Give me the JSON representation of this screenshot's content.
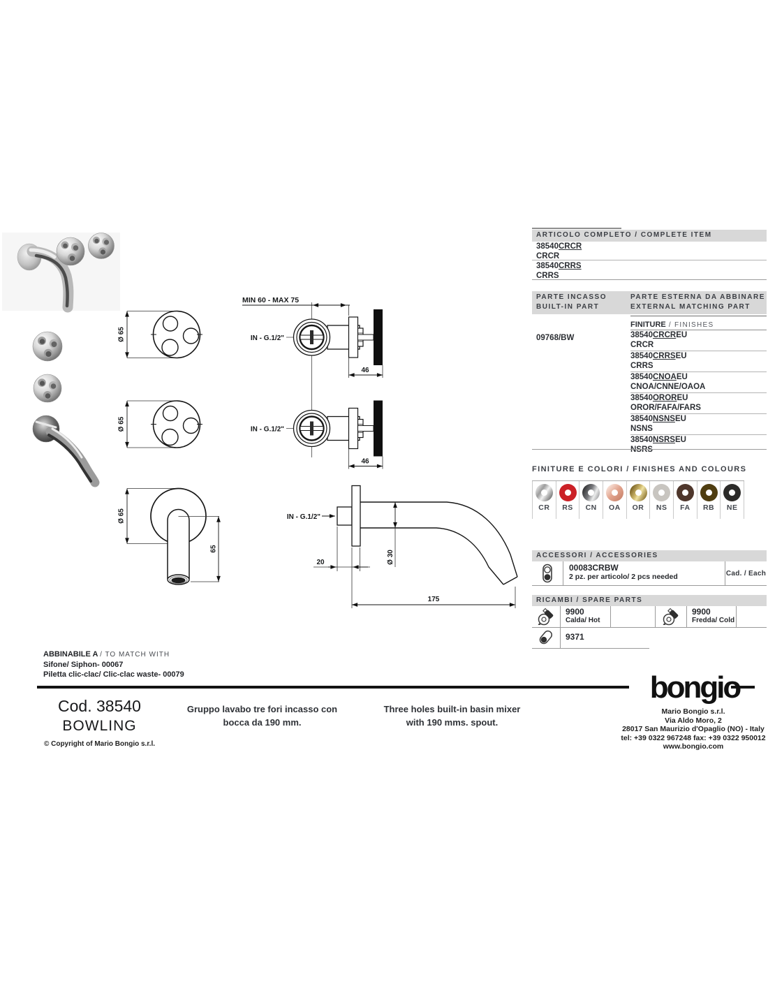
{
  "dims": {
    "min_max": "MIN 60 - MAX 75",
    "in_g12": "IN - G.1/2\"",
    "d46": "46",
    "dia65": "Ø 65",
    "d65": "65",
    "d20": "20",
    "dia30": "Ø 30",
    "d175": "175"
  },
  "complete_item": {
    "title": "ARTICOLO COMPLETO / COMPLETE ITEM",
    "rows": [
      {
        "prefix": "38540",
        "sub": "CRCR",
        "suffix": "",
        "finish": "CRCR"
      },
      {
        "prefix": "38540",
        "sub": "CRRS",
        "suffix": "",
        "finish": "CRRS"
      }
    ]
  },
  "built_in": {
    "left_title_it": "PARTE INCASSO",
    "left_title_en": "BUILT-IN PART",
    "right_title_it": "PARTE ESTERNA DA ABBINARE",
    "right_title_en": "EXTERNAL MATCHING PART",
    "left_code": "09768/BW",
    "finiture_label": "FINITURE",
    "finishes_label": " / FINISHES",
    "rows": [
      {
        "prefix": "38540",
        "sub": "CRCR",
        "suffix": "EU",
        "finish": "CRCR"
      },
      {
        "prefix": "38540",
        "sub": "CRRS",
        "suffix": "EU",
        "finish": "CRRS"
      },
      {
        "prefix": "38540",
        "sub": "CNOA",
        "suffix": "EU",
        "finish": "CNOA/CNNE/OAOA"
      },
      {
        "prefix": "38540",
        "sub": "OROR",
        "suffix": "EU",
        "finish": "OROR/FAFA/FARS"
      },
      {
        "prefix": "38540",
        "sub": "NSNS",
        "suffix": "EU",
        "finish": "NSNS"
      },
      {
        "prefix": "38540",
        "sub": "NSRS",
        "suffix": "EU",
        "finish": "NSRS"
      }
    ]
  },
  "finishes_colors": {
    "title": "FINITURE E COLORI / FINISHES AND COLOURS",
    "swatches": [
      {
        "label": "CR",
        "color": "#a9a9a9"
      },
      {
        "label": "RS",
        "color": "#cb2026"
      },
      {
        "label": "CN",
        "color": "#77787c"
      },
      {
        "label": "OA",
        "color": "#e0a28c"
      },
      {
        "label": "OR",
        "color": "#a98e3f"
      },
      {
        "label": "NS",
        "color": "#c8c5c0"
      },
      {
        "label": "FA",
        "color": "#4e362b"
      },
      {
        "label": "RB",
        "color": "#4f3d10"
      },
      {
        "label": "NE",
        "color": "#2c2b29"
      }
    ]
  },
  "accessories": {
    "title": "ACCESSORI / ACCESSORIES",
    "code": "00083CRBW",
    "qty": "2 pz. per articolo/ 2 pcs needed",
    "each": "Cad. / Each"
  },
  "spare_parts": {
    "title": "RICAMBI / SPARE PARTS",
    "items": [
      {
        "code": "9900",
        "label": "Calda/ Hot"
      },
      {
        "code": "9900",
        "label": "Fredda/ Cold"
      },
      {
        "code": "9371",
        "label": ""
      }
    ]
  },
  "match_with": {
    "title_it": "ABBINABILE A",
    "title_en": "/ TO MATCH WITH",
    "lines": [
      {
        "label": "Sifone/ Siphon-",
        "code": " 00067"
      },
      {
        "label": "Piletta clic-clac/ Clic-clac waste-",
        "code": " 00079"
      }
    ]
  },
  "footer": {
    "cod": "Cod. 38540",
    "name": "BOWLING",
    "copyright": "© Copyright of Mario Bongio s.r.l.",
    "desc_it": [
      "Gruppo lavabo tre fori incasso con",
      "bocca da 190 mm."
    ],
    "desc_en": [
      "Three holes built-in basin mixer",
      "with 190 mms. spout."
    ],
    "logo": "bongio",
    "address": [
      "Mario Bongio s.r.l.",
      "Via Aldo Moro, 2",
      "28017 San Maurizio d'Opaglio (NO) - Italy",
      "tel: +39 0322 967248    fax: +39 0322 950012",
      "www.bongio.com"
    ]
  }
}
